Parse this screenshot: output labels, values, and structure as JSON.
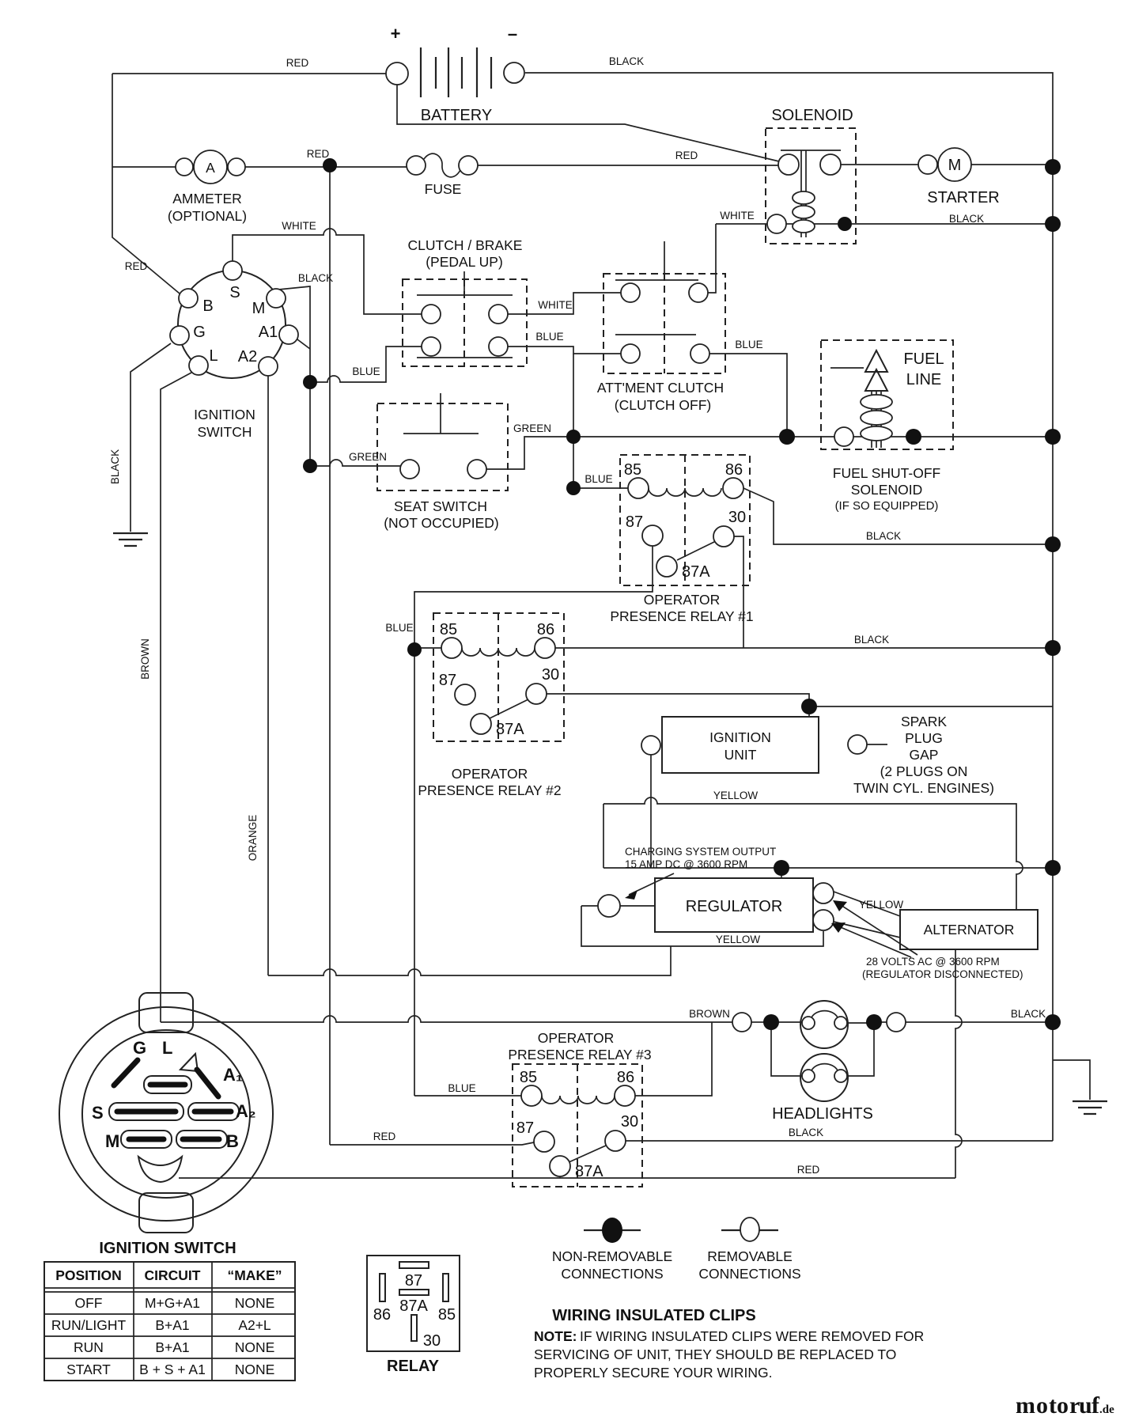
{
  "colors": {
    "red": "RED",
    "black": "BLACK",
    "white": "WHITE",
    "blue": "BLUE",
    "green": "GREEN",
    "brown": "BROWN",
    "orange": "ORANGE",
    "yellow": "YELLOW"
  },
  "battery": {
    "name": "BATTERY",
    "plus": "+",
    "minus": "–"
  },
  "components": {
    "solenoid": "SOLENOID",
    "starter": "STARTER",
    "starter_m": "M",
    "ammeter1": "AMMETER",
    "ammeter2": "(OPTIONAL)",
    "ammeter_a": "A",
    "fuse": "FUSE",
    "ignsw1": "IGNITION",
    "ignsw2": "SWITCH",
    "clutch1": "CLUTCH / BRAKE",
    "clutch2": "(PEDAL UP)",
    "att1": "ATT'MENT CLUTCH",
    "att2": "(CLUTCH OFF)",
    "fuel1": "FUEL",
    "fuel2": "LINE",
    "fuelso1": "FUEL SHUT-OFF",
    "fuelso2": "SOLENOID",
    "fuelso3": "(IF SO EQUIPPED)",
    "seat1": "SEAT SWITCH",
    "seat2": "(NOT OCCUPIED)",
    "relay_op": "OPERATOR",
    "relay1": "PRESENCE RELAY #1",
    "relay2": "PRESENCE RELAY #2",
    "relay3": "PRESENCE RELAY #3",
    "ignunit1": "IGNITION",
    "ignunit2": "UNIT",
    "spark1": "SPARK",
    "spark2": "PLUG",
    "spark3": "GAP",
    "spark4": "(2 PLUGS ON",
    "spark5": "TWIN CYL. ENGINES)",
    "charge1": "CHARGING SYSTEM OUTPUT",
    "charge2": "15 AMP DC @ 3600 RPM",
    "regulator": "REGULATOR",
    "alternator": "ALTERNATOR",
    "volts1": "28 VOLTS AC @ 3600 RPM",
    "volts2": "(REGULATOR DISCONNECTED)",
    "headlights": "HEADLIGHTS"
  },
  "pins": {
    "p85": "85",
    "p86": "86",
    "p87": "87",
    "p87a": "87A",
    "p30": "30"
  },
  "ign_terminals": {
    "s": "S",
    "m": "M",
    "b": "B",
    "g": "G",
    "a1": "A1",
    "l": "L",
    "a2": "A2"
  },
  "connector": {
    "g": "G",
    "l": "L",
    "a1": "A₁",
    "a2": "A₂",
    "s": "S",
    "m": "M",
    "b": "B",
    "caption": "IGNITION SWITCH"
  },
  "table": {
    "headers": [
      "POSITION",
      "CIRCUIT",
      "“MAKE”"
    ],
    "rows": [
      [
        "OFF",
        "M+G+A1",
        "NONE"
      ],
      [
        "RUN/LIGHT",
        "B+A1",
        "A2+L"
      ],
      [
        "RUN",
        "B+A1",
        "NONE"
      ],
      [
        "START",
        "B + S + A1",
        "NONE"
      ]
    ]
  },
  "relay_diagram": {
    "caption": "RELAY"
  },
  "legend": {
    "non1": "NON-REMOVABLE",
    "non2": "CONNECTIONS",
    "rem1": "REMOVABLE",
    "rem2": "CONNECTIONS"
  },
  "note": {
    "title": "WIRING INSULATED CLIPS",
    "bold": "NOTE:",
    "line1": "IF WIRING INSULATED CLIPS WERE REMOVED FOR",
    "line2": "SERVICING OF UNIT, THEY SHOULD BE REPLACED TO",
    "line3": "PROPERLY SECURE YOUR WIRING."
  },
  "logo": {
    "l1": "m",
    "l2": "o",
    "l3": "t",
    "l4": "o",
    "l5": "r",
    "l6": "u",
    "l7": "f",
    "suffix": ".de",
    "colors": [
      "#3b5fc0",
      "#3fa13f",
      "#f0a500",
      "#8e44ad",
      "#e0566f",
      "#2f9e8f",
      "#e04b2f",
      "#8a9aa8"
    ]
  }
}
